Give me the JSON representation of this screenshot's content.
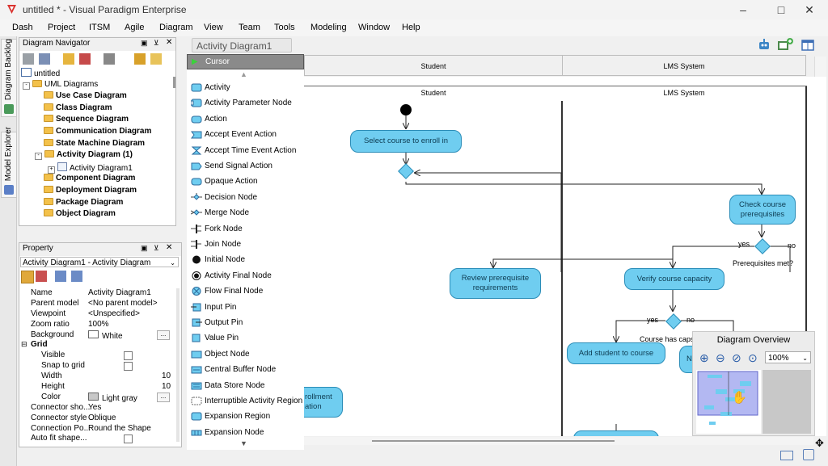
{
  "window": {
    "title": "untitled * - Visual Paradigm Enterprise",
    "controls": [
      "minimize-icon",
      "maximize-icon",
      "close-icon"
    ]
  },
  "menu": [
    "Dash",
    "Project",
    "ITSM",
    "Agile",
    "Diagram",
    "View",
    "Team",
    "Tools",
    "Modeling",
    "Window",
    "Help"
  ],
  "side_tabs": [
    "Diagram Backlog",
    "Model Explorer"
  ],
  "navigator": {
    "title": "Diagram Navigator",
    "tree": [
      {
        "label": "untitled",
        "indent": 0,
        "bold": false
      },
      {
        "label": "UML Diagrams",
        "indent": 1,
        "bold": false
      },
      {
        "label": "Use Case Diagram",
        "indent": 2,
        "bold": true
      },
      {
        "label": "Class Diagram",
        "indent": 2,
        "bold": true
      },
      {
        "label": "Sequence Diagram",
        "indent": 2,
        "bold": true
      },
      {
        "label": "Communication Diagram",
        "indent": 2,
        "bold": true
      },
      {
        "label": "State Machine Diagram",
        "indent": 2,
        "bold": true
      },
      {
        "label": "Activity Diagram (1)",
        "indent": 2,
        "bold": true
      },
      {
        "label": "Activity Diagram1",
        "indent": 3,
        "bold": false
      },
      {
        "label": "Component Diagram",
        "indent": 2,
        "bold": true
      },
      {
        "label": "Deployment Diagram",
        "indent": 2,
        "bold": true
      },
      {
        "label": "Package Diagram",
        "indent": 2,
        "bold": true
      },
      {
        "label": "Object Diagram",
        "indent": 2,
        "bold": true
      }
    ]
  },
  "property": {
    "title": "Property",
    "selector": "Activity Diagram1 - Activity Diagram",
    "rows": [
      {
        "key": "Name",
        "value": "Activity Diagram1",
        "type": "text",
        "level": 0
      },
      {
        "key": "Parent model",
        "value": "<No parent model>",
        "type": "text",
        "level": 0
      },
      {
        "key": "Viewpoint",
        "value": "<Unspecified>",
        "type": "text",
        "level": 0
      },
      {
        "key": "Zoom ratio",
        "value": "100%",
        "type": "text",
        "level": 0
      },
      {
        "key": "Background",
        "value": "White",
        "type": "color",
        "level": 0
      },
      {
        "key": "Grid",
        "value": "",
        "type": "group",
        "level": 0
      },
      {
        "key": "Visible",
        "value": "",
        "type": "check",
        "level": 1
      },
      {
        "key": "Snap to grid",
        "value": "",
        "type": "check",
        "level": 1
      },
      {
        "key": "Width",
        "value": "10",
        "type": "num",
        "level": 1
      },
      {
        "key": "Height",
        "value": "10",
        "type": "num",
        "level": 1
      },
      {
        "key": "Color",
        "value": "Light gray",
        "type": "color",
        "level": 1
      },
      {
        "key": "Connector sho...",
        "value": "Yes",
        "type": "text",
        "level": 0
      },
      {
        "key": "Connector style",
        "value": "Oblique",
        "type": "text",
        "level": 0
      },
      {
        "key": "Connection Po...",
        "value": "Round the Shape",
        "type": "text",
        "level": 0
      },
      {
        "key": "Auto fit shape...",
        "value": "",
        "type": "check",
        "level": 0
      }
    ]
  },
  "diagram_tab": "Activity Diagram1",
  "palette": {
    "selected": "Cursor",
    "items": [
      "Activity",
      "Activity Parameter Node",
      "Action",
      "Accept Event Action",
      "Accept Time Event Action",
      "Send Signal Action",
      "Opaque Action",
      "Decision Node",
      "Merge Node",
      "Fork Node",
      "Join Node",
      "Initial Node",
      "Activity Final Node",
      "Flow Final Node",
      "Input Pin",
      "Output Pin",
      "Value Pin",
      "Object Node",
      "Central Buffer Node",
      "Data Store Node",
      "Interruptible Activity Region",
      "Expansion Region",
      "Expansion Node"
    ]
  },
  "diagram": {
    "header_lanes": [
      "Student",
      "LMS System"
    ],
    "lanes": [
      "Student",
      "LMS System"
    ],
    "actions": {
      "select_course": "Select course to enroll in",
      "check_prereq": "Check course prerequisites",
      "review_prereq": "Review prerequisite requirements",
      "verify_capacity": "Verify course capacity",
      "add_student": "Add student to course",
      "enrollment_partial": "rollment\nation"
    },
    "labels": {
      "yes1": "yes",
      "no1": "no",
      "prereq_met": "Prerequisites met?",
      "yes2": "yes",
      "no2": "no",
      "capacity": "Course has caps"
    }
  },
  "overview": {
    "title": "Diagram Overview",
    "zoom": "100%"
  },
  "colors": {
    "action_fill": "#6fcdf0",
    "action_border": "#2b8db8",
    "overview_view": "#b3b8f2"
  }
}
